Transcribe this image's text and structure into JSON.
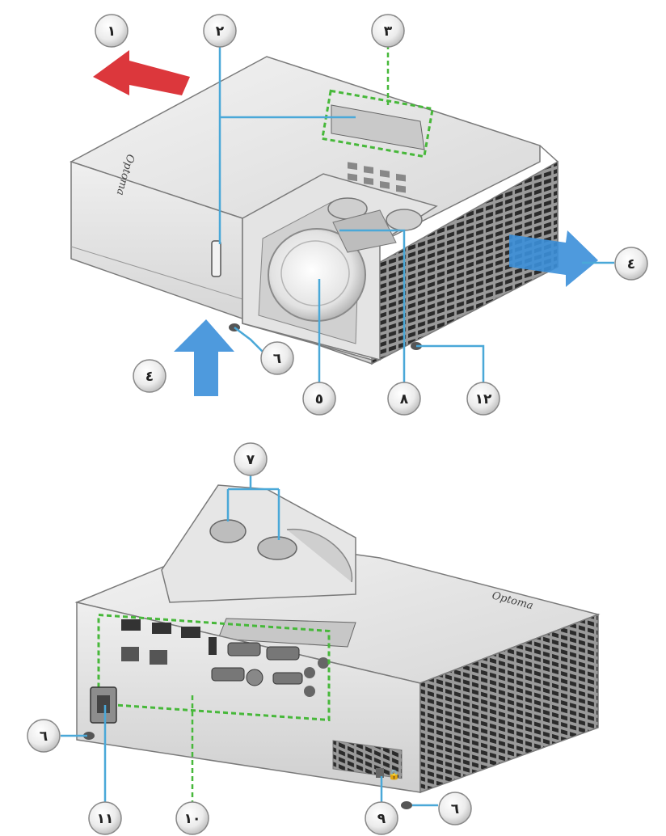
{
  "callouts": {
    "c1": "١",
    "c2": "٢",
    "c3": "٣",
    "c4a": "٤",
    "c4b": "٤",
    "c5": "٥",
    "c6a": "٦",
    "c6b": "٦",
    "c6c": "٦",
    "c7": "٧",
    "c8": "٨",
    "c9": "٩",
    "c10": "١٠",
    "c11": "١١",
    "c12": "١٢"
  },
  "brand": {
    "front_logo": "Optoma",
    "rear_logo": "Optoma"
  },
  "colors": {
    "exhaust_arrow": "#d9262b",
    "intake_arrow": "#3b8fd9",
    "highlight_dash": "#47b83a",
    "leader_line": "#4aa8d8"
  }
}
